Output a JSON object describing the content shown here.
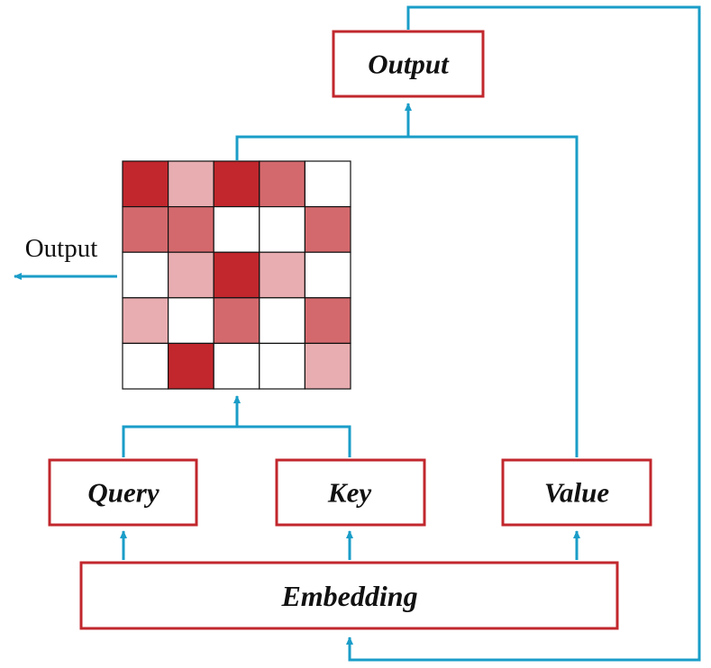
{
  "boxes": {
    "output": "Output",
    "query": "Query",
    "key": "Key",
    "value": "Value",
    "embedding": "Embedding"
  },
  "side_output_label": "Output",
  "colors": {
    "box_border": "#c1272d",
    "connector": "#1a9dc8",
    "cell_empty": "#ffffff",
    "cell_light": "#e8adb0",
    "cell_medium": "#d4696d",
    "cell_dark": "#c1272d",
    "grid_line": "#111111"
  },
  "attention_matrix": {
    "rows": 5,
    "cols": 5,
    "intensity": [
      [
        "dark",
        "light",
        "dark",
        "medium",
        "empty"
      ],
      [
        "medium",
        "medium",
        "empty",
        "empty",
        "medium"
      ],
      [
        "empty",
        "light",
        "dark",
        "light",
        "empty"
      ],
      [
        "light",
        "empty",
        "medium",
        "empty",
        "medium"
      ],
      [
        "empty",
        "dark",
        "empty",
        "empty",
        "light"
      ]
    ]
  }
}
